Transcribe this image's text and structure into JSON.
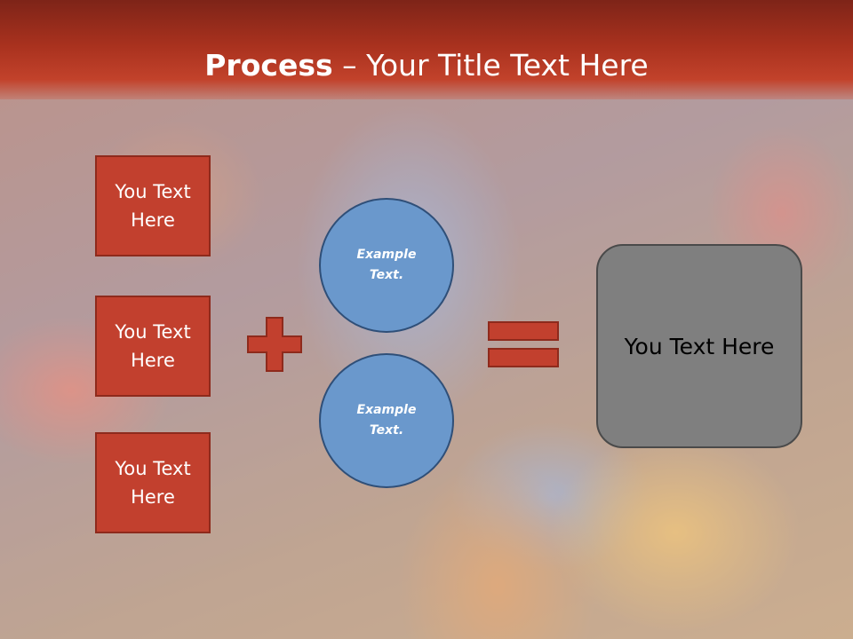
{
  "slide": {
    "title_bold": "Process",
    "title_rest": " – Your Title Text Here"
  },
  "left_boxes": [
    {
      "label": "You Text Here"
    },
    {
      "label": "You Text Here"
    },
    {
      "label": "You Text Here"
    }
  ],
  "circles": [
    {
      "label": "Example Text."
    },
    {
      "label": "Example Text."
    }
  ],
  "operators": {
    "plus": "plus-sign-icon",
    "equals": "equals-sign-icon"
  },
  "result_box": {
    "label": "You Text Here"
  },
  "colors": {
    "header": "#a8311e",
    "box_fill": "#c2402e",
    "box_border": "#8e2a1c",
    "circle_fill": "#6a98cc",
    "circle_border": "#2f4f78",
    "result_fill": "#7f7f7f"
  }
}
